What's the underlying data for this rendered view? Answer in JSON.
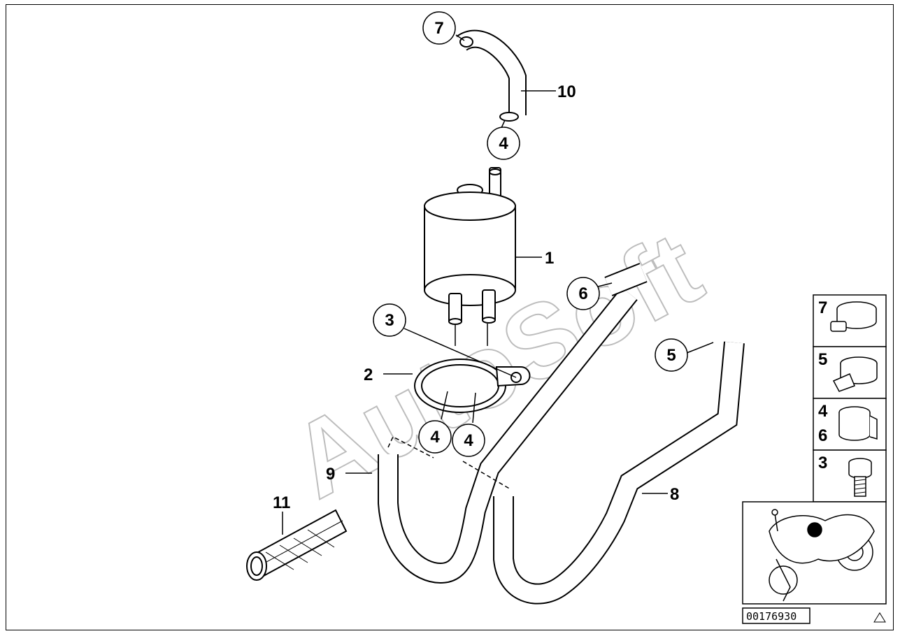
{
  "diagram": {
    "watermark": "AutoSoft",
    "diagram_number": "00176930",
    "callouts": [
      {
        "id": "c7",
        "text": "7"
      },
      {
        "id": "c4a",
        "text": "4"
      },
      {
        "id": "c3",
        "text": "3"
      },
      {
        "id": "c6",
        "text": "6"
      },
      {
        "id": "c5",
        "text": "5"
      },
      {
        "id": "c4b",
        "text": "4"
      },
      {
        "id": "c4c",
        "text": "4"
      }
    ],
    "labels": [
      {
        "id": "l10",
        "text": "10"
      },
      {
        "id": "l1",
        "text": "1"
      },
      {
        "id": "l2",
        "text": "2"
      },
      {
        "id": "l9",
        "text": "9"
      },
      {
        "id": "l8",
        "text": "8"
      },
      {
        "id": "l11",
        "text": "11"
      }
    ],
    "legend": [
      {
        "numbers": [
          "7"
        ],
        "icon": "hose-clamp-icon"
      },
      {
        "numbers": [
          "5"
        ],
        "icon": "hose-clamp-icon"
      },
      {
        "numbers": [
          "4",
          "6"
        ],
        "icon": "spring-clamp-icon"
      },
      {
        "numbers": [
          "3"
        ],
        "icon": "bolt-icon"
      }
    ]
  }
}
